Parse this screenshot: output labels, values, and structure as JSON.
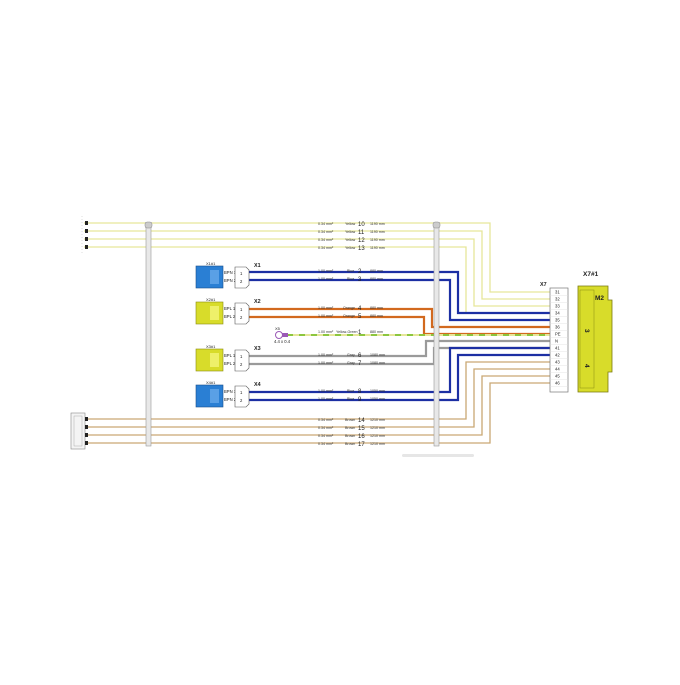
{
  "colors": {
    "yellow": "#e6e69a",
    "brown": "#c9a873",
    "blue": "#1c2fa3",
    "orange": "#d2691e",
    "gray": "#9a9a9a",
    "green": "#8cc63f",
    "connector_blue": "#2a7fd4",
    "connector_yellow": "#d8dc2a",
    "purple": "#9b59b6"
  },
  "x7_pins": [
    "31",
    "32",
    "33",
    "34",
    "35",
    "36",
    "PE",
    "N",
    "41",
    "42",
    "43",
    "44",
    "45",
    "46"
  ],
  "x7_label": "X7",
  "x71_label": "X7#1",
  "m2_label": "M2",
  "m2_pin_a": "3",
  "m2_pin_b": "4",
  "y_wires": [
    {
      "section": "0.34 mm²",
      "color": "Yellow",
      "num": "10",
      "length": "1190 mm"
    },
    {
      "section": "0.34 mm²",
      "color": "Yellow",
      "num": "11",
      "length": "1190 mm"
    },
    {
      "section": "0.34 mm²",
      "color": "Yellow",
      "num": "12",
      "length": "1190 mm"
    },
    {
      "section": "0.34 mm²",
      "color": "Yellow",
      "num": "13",
      "length": "1190 mm"
    }
  ],
  "b_wires": [
    {
      "section": "0.34 mm²",
      "color": "Brown",
      "num": "14",
      "length": "1210 mm"
    },
    {
      "section": "0.34 mm²",
      "color": "Brown",
      "num": "15",
      "length": "1210 mm"
    },
    {
      "section": "0.34 mm²",
      "color": "Brown",
      "num": "16",
      "length": "1210 mm"
    },
    {
      "section": "0.34 mm²",
      "color": "Brown",
      "num": "17",
      "length": "1210 mm"
    }
  ],
  "connectors": [
    {
      "id": "X1",
      "part": "X1#1",
      "p1": "BPN 1",
      "p2": "BPN 2",
      "w1": {
        "section": "1.00 mm²",
        "color": "Blue",
        "num": "2",
        "length": "880 mm"
      },
      "w2": {
        "section": "1.00 mm²",
        "color": "Blue",
        "num": "3",
        "length": "880 mm"
      }
    },
    {
      "id": "X2",
      "part": "X2#1",
      "p1": "BPL 1",
      "p2": "BPL 2",
      "w1": {
        "section": "1.00 mm²",
        "color": "Orange",
        "num": "4",
        "length": "880 mm"
      },
      "w2": {
        "section": "1.00 mm²",
        "color": "Orange",
        "num": "5",
        "length": "880 mm"
      }
    },
    {
      "id": "X3",
      "part": "X3#1",
      "p1": "BPL 1",
      "p2": "BPL 2",
      "w1": {
        "section": "1.00 mm²",
        "color": "Gray",
        "num": "6",
        "length": "1080 mm"
      },
      "w2": {
        "section": "1.00 mm²",
        "color": "Gray",
        "num": "7",
        "length": "1080 mm"
      }
    },
    {
      "id": "X4",
      "part": "X4#1",
      "p1": "BPN 1",
      "p2": "BPN 2",
      "w1": {
        "section": "1.00 mm²",
        "color": "Blue",
        "num": "8",
        "length": "1050 mm"
      },
      "w2": {
        "section": "1.00 mm²",
        "color": "Blue",
        "num": "9",
        "length": "1050 mm"
      }
    }
  ],
  "pin_one": "1",
  "pin_two": "2",
  "pe_wire": {
    "section": "1.00 mm²",
    "color": "Yellow-Green",
    "num": "1",
    "length": "880 mm"
  },
  "ring": {
    "label": "X5",
    "size": "4.4 x 0.4"
  }
}
